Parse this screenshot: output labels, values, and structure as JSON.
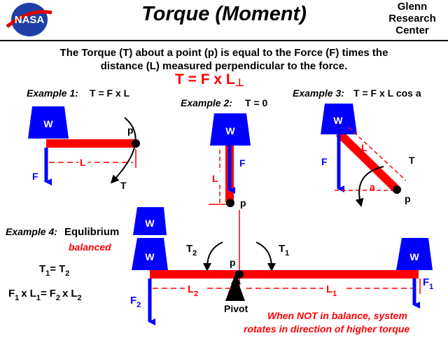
{
  "header": {
    "logo_text": "NASA",
    "title": "Torque  (Moment)",
    "center_line1": "Glenn",
    "center_line2": "Research",
    "center_line3": "Center"
  },
  "intro": {
    "line1": "The Torque (T) about a point (p) is equal to the Force (F) times the",
    "line2": "distance (L) measured perpendicular to the force."
  },
  "main_equation": "T = F  x  L",
  "perp_symbol": "⊥",
  "example1": {
    "label": "Example 1:",
    "equation": "T = F  x  L",
    "weight": "W",
    "point": "p",
    "length": "L",
    "force": "F",
    "torque": "T"
  },
  "example2": {
    "label": "Example 2:",
    "equation": "T = 0",
    "weight": "W",
    "point": "p",
    "length": "L",
    "force": "F"
  },
  "example3": {
    "label": "Example 3:",
    "equation": "T = F  x  L  cos a",
    "weight": "W",
    "point": "p",
    "length": "L",
    "force": "F",
    "torque": "T",
    "angle": "a"
  },
  "example4": {
    "label": "Example 4:",
    "title": "Equlibrium",
    "subtitle": "balanced",
    "eq1_t1": "T",
    "eq1_sub1": "1",
    "eq1_eq": "=",
    "eq1_t2": "T",
    "eq1_sub2": "2",
    "eq2_F1": "F",
    "eq2_sF1": "1",
    "eq2_x1": "x",
    "eq2_L1": "L",
    "eq2_sL1": "1",
    "eq2_eq": "=",
    "eq2_F2": "F",
    "eq2_sF2": "2",
    "eq2_x2": "x",
    "eq2_L2": "L",
    "eq2_sL2": "2",
    "weight": "W",
    "T2": "T",
    "T2sub": "2",
    "T1": "T",
    "T1sub": "1",
    "point": "p",
    "pivot": "Pivot",
    "L2": "L",
    "L2sub": "2",
    "L1": "L",
    "L1sub": "1",
    "F2": "F",
    "F2sub": "2",
    "F1": "F",
    "F1sub": "1",
    "note_line1": "When NOT in balance, system",
    "note_line2": "rotates in direction of higher torque"
  },
  "colors": {
    "red": "#ff0000",
    "blue": "#0000ff",
    "black": "#000000"
  }
}
